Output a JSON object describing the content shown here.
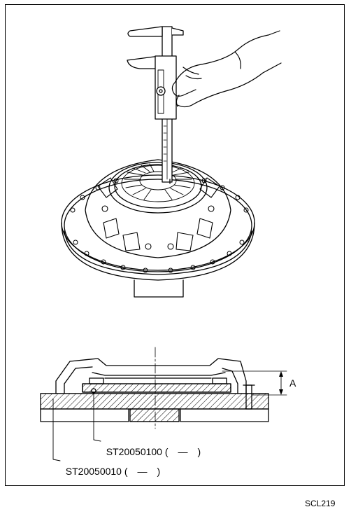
{
  "dimension_label": "A",
  "tool_1": {
    "code": "ST20050100 (",
    "dash": "—",
    "close": ")"
  },
  "tool_2": {
    "code": "ST20050010 (",
    "dash": "—",
    "close": ")"
  },
  "figure_code": "SCL219"
}
